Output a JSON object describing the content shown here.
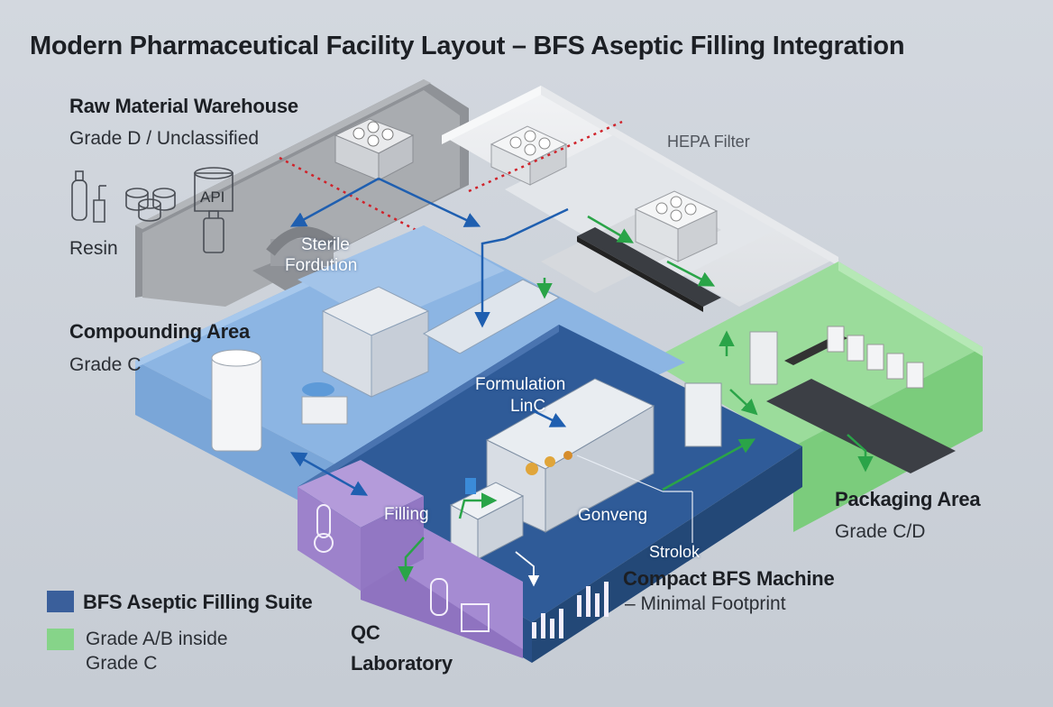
{
  "title": "Modern Pharmaceutical Facility Layout – BFS Aseptic Filling Integration",
  "zones": {
    "warehouse": {
      "name": "Raw Material Warehouse",
      "grade": "Grade D / Unclassified"
    },
    "compounding": {
      "name": "Compounding Area",
      "grade": "Grade C"
    },
    "packaging": {
      "name": "Packaging Area",
      "grade": "Grade C/D"
    },
    "qc": {
      "line1": "QC",
      "line2": "Laboratory"
    }
  },
  "materials": {
    "resin": "Resin",
    "api": "API"
  },
  "labels": {
    "hepa": "HEPA Filter",
    "sterile_line1": "Sterile",
    "sterile_line2": "Fordution",
    "formulation_line1": "Formulation",
    "formulation_line2": "LinC",
    "filling": "Filling",
    "conveying": "Gonveng",
    "stroke": "Strolok",
    "bfs_machine": "Compact BFS Machine",
    "bfs_footprint": "– Minimal Footprint"
  },
  "legend": {
    "items": [
      {
        "label": "BFS Aseptic Filling Suite",
        "color": "#3a5f9b"
      },
      {
        "label_line1": "Grade A/B inside",
        "label_line2": "Grade C",
        "color": "#86d489"
      }
    ]
  },
  "colors": {
    "warehouse": "#9a9da2",
    "compounding": "#8db6e3",
    "bfs_suite": "#2f5a96",
    "packaging": "#8fd690",
    "qc": "#a68bd1",
    "flow_blue": "#1f5fb0",
    "flow_green": "#2aa448"
  },
  "icons": [
    "bottle-icon",
    "drum-icon",
    "api-container-icon",
    "tank-icon",
    "hepa-filter-icon",
    "chart-icon"
  ]
}
